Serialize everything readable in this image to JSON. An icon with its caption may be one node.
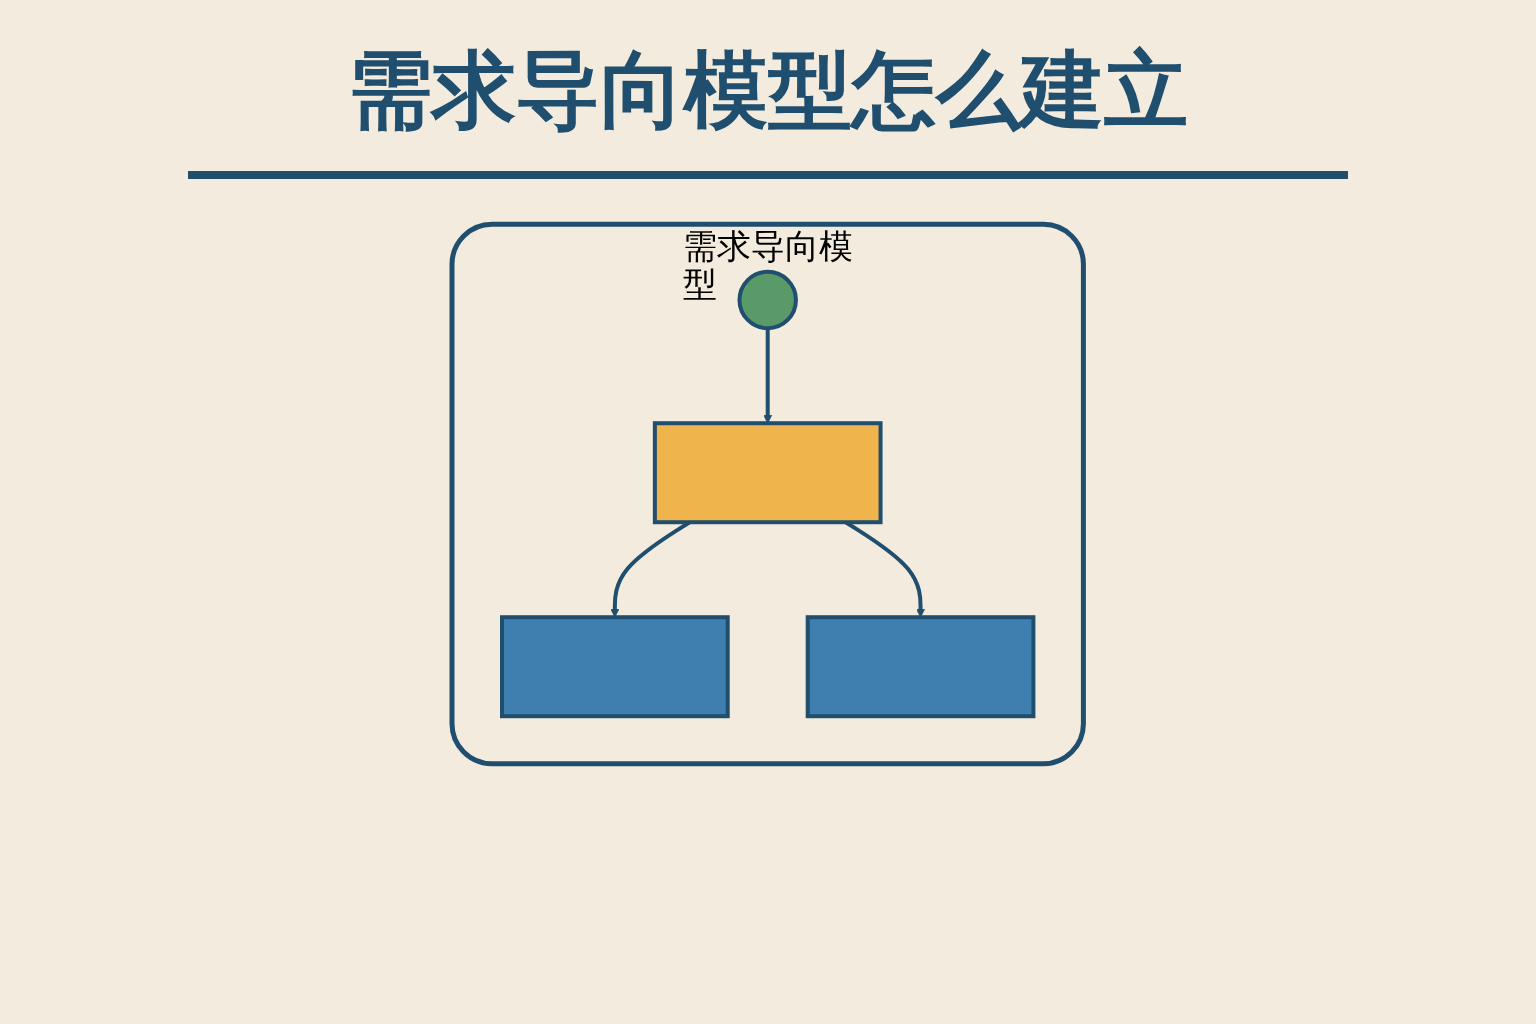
{
  "diagram": {
    "title": "需求导向模型怎么建立",
    "nodes": [
      {
        "text": [
          "需求导向模型"
        ]
      },
      {
        "text": [],
        "shape": "circle",
        "in": 0
      },
      {
        "text": [],
        "shape": "box",
        "in": 0
      },
      {
        "text": [],
        "shape": "box",
        "in": 0
      },
      {
        "text": [],
        "shape": "box",
        "in": 0
      }
    ],
    "edges": [
      {
        "from": 1,
        "to": 2,
        "arrow": "to"
      },
      {
        "from": 2,
        "to": 3,
        "arrow": "to"
      },
      {
        "from": 2,
        "to": 4,
        "arrow": "to"
      }
    ]
  }
}
